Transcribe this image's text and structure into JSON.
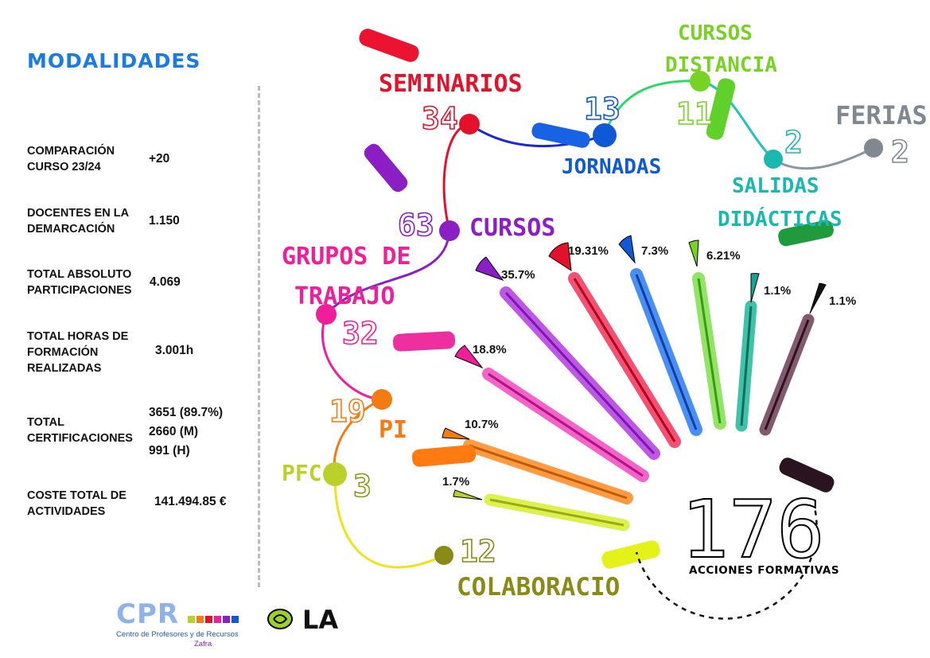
{
  "title": "MODALIDADES",
  "stats": [
    {
      "label": "COMPARACIÓN\nCURSO 23/24",
      "value": "+20"
    },
    {
      "label": "DOCENTES EN LA\nDEMARCACIÓN",
      "value": "1.150"
    },
    {
      "label": "TOTAL ABSOLUTO\nPARTICIPACIONES",
      "value": "4.069"
    },
    {
      "label": "TOTAL HORAS DE\nFORMACIÓN\nREALIZADAS",
      "value": "3.001h"
    },
    {
      "label": "TOTAL\nCERTIFICACIONES",
      "value": "3651 (89.7%)\n2660 (M)\n991 (H)"
    },
    {
      "label": "COSTE TOTAL DE\nACTIVIDADES",
      "value": "141.494.85 €"
    }
  ],
  "modalities": [
    {
      "name": "SEMINARIOS",
      "count": "34",
      "color": "#e3112a"
    },
    {
      "name": "JORNADAS",
      "count": "13",
      "color": "#1059d6"
    },
    {
      "name": "CURSOS DISTANCIA",
      "name_line1": "CURSOS",
      "name_line2": "DISTANCIA",
      "count": "11",
      "color": "#77d321"
    },
    {
      "name": "SALIDAS DIDÁCTICAS",
      "name_line1": "SALIDAS",
      "name_line2": "DIDÁCTICAS",
      "count": "2",
      "color": "#1ab9b0"
    },
    {
      "name": "FERIAS",
      "count": "2",
      "color": "#808892"
    },
    {
      "name": "CURSOS",
      "count": "63",
      "color": "#8b1ec4"
    },
    {
      "name": "GRUPOS DE TRABAJO",
      "name_line1": "GRUPOS DE",
      "name_line2": "TRABAJO",
      "count": "32",
      "color": "#ef1e9a"
    },
    {
      "name": "PI",
      "count": "19",
      "color": "#f47a12"
    },
    {
      "name": "PFC",
      "count": "3",
      "color": "#b9d12a"
    },
    {
      "name": "COLABORACIO",
      "count": "12",
      "color": "#8a8a16"
    }
  ],
  "pen_percentages": [
    {
      "label": "35.7%",
      "color": "#8b1ec4"
    },
    {
      "label": "19.31%",
      "color": "#e3112a"
    },
    {
      "label": "7.3%",
      "color": "#1059d6"
    },
    {
      "label": "6.21%",
      "color": "#77d321"
    },
    {
      "label": "1.1%",
      "color": "#14a596"
    },
    {
      "label": "1.1%",
      "color": "#111111"
    },
    {
      "label": "18.8%",
      "color": "#ef1e9a"
    },
    {
      "label": "10.7%",
      "color": "#f47a12"
    },
    {
      "label": "1.7%",
      "color": "#b9d12a"
    }
  ],
  "total": {
    "value": "176",
    "caption": "ACCIONES FORMATIVAS"
  },
  "logos": {
    "cpr": "CPR",
    "cpr_line1": "Centro de Profesores y de Recursos",
    "cpr_line2": "Zafra",
    "la": "LA"
  }
}
